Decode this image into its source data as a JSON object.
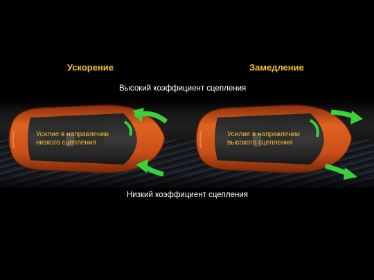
{
  "left_panel": {
    "heading": "Ускорение",
    "label_line1": "Усилие в направлении",
    "label_line2": "низкого сцепления"
  },
  "right_panel": {
    "heading": "Замедление",
    "label_line1": "Усилие в направлении",
    "label_line2": "высокого сцепления"
  },
  "captions": {
    "high_friction": "Высокий коэффициент сцепления",
    "low_friction": "Низкий коэффициент сцепления"
  },
  "colors": {
    "heading": "#f2c12e",
    "car_body": "#d4551a",
    "arrow": "#3bd13b"
  }
}
